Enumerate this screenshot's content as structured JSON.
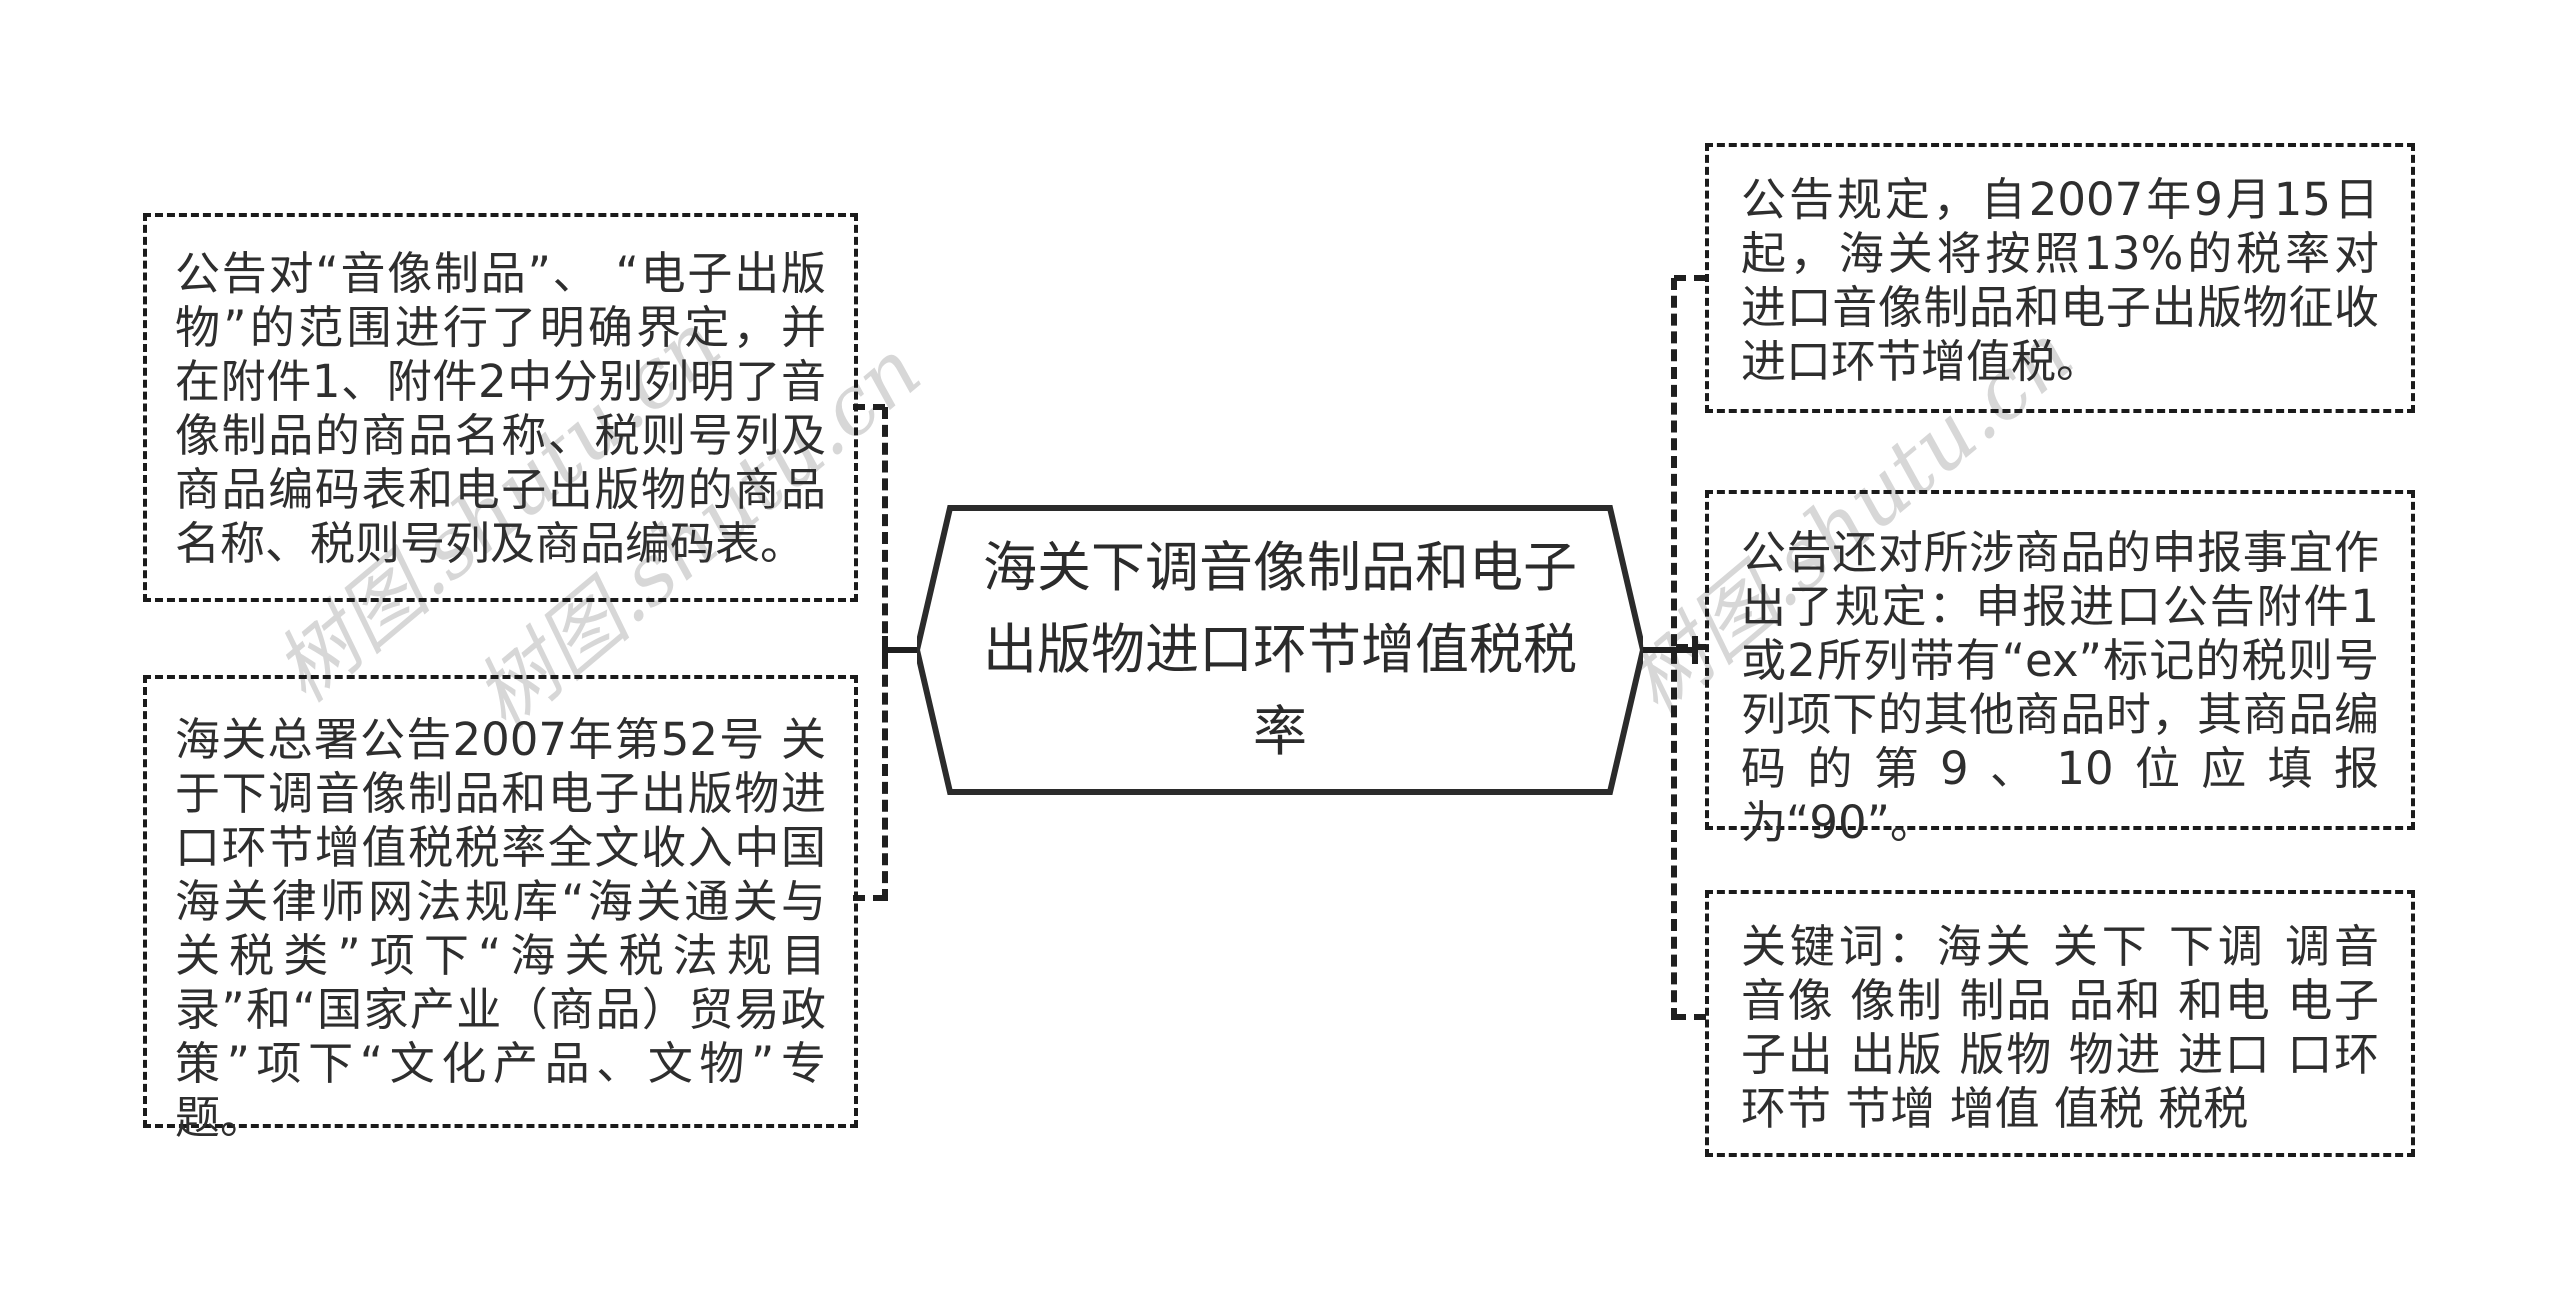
{
  "diagram": {
    "center_node": {
      "text": "海关下调音像制品和电子出版物进口环节增值税税率"
    },
    "left_nodes": [
      {
        "text": "公告对“音像制品”、 “电子出版物”的范围进行了明确界定，并在附件1、附件2中分别列明了音像制品的商品名称、税则号列及商品编码表和电子出版物的商品名称、税则号列及商品编码表。"
      },
      {
        "text": "海关总署公告2007年第52号 关于下调音像制品和电子出版物进口环节增值税税率全文收入中国海关律师网法规库“海关通关与关税类”项下“海关税法规目录”和“国家产业（商品）贸易政策”项下“文化产品、文物”专题。"
      }
    ],
    "right_nodes": [
      {
        "text": "公告规定，自2007年9月15日起，海关将按照13%的税率对进口音像制品和电子出版物征收进口环节增值税。"
      },
      {
        "text": "公告还对所涉商品的申报事宜作出了规定：申报进口公告附件1或2所列带有“ex”标记的税则号列项下的其他商品时，其商品编码的第9、10位应填报为“90”。"
      },
      {
        "text": "关键词：海关 关下 下调 调音 音像 像制 制品 品和 和电 电子 子出 出版 版物 物进 进口 口环 环节 节增 增值 值税 税税"
      }
    ],
    "watermark": {
      "text": "树图.shutu.cn"
    },
    "colors": {
      "line": "#1f1f1f",
      "text": "#2e2e2e",
      "watermark": "#d7d7d7",
      "background": "#ffffff"
    }
  }
}
